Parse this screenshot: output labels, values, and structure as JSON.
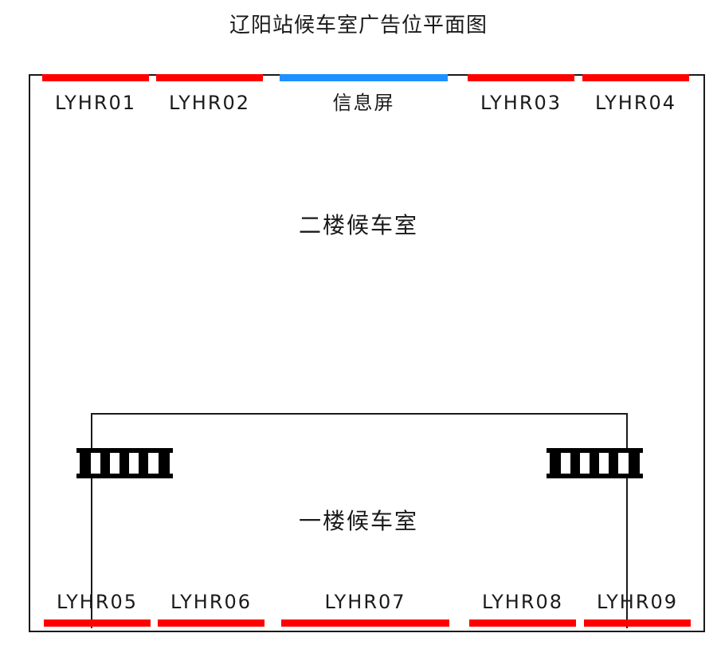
{
  "title": "辽阳站候车室广告位平面图",
  "top_slots": [
    {
      "label": "LYHR01",
      "kind": "ad",
      "color": "#ff0000"
    },
    {
      "label": "LYHR02",
      "kind": "ad",
      "color": "#ff0000"
    },
    {
      "label": "信息屏",
      "kind": "screen",
      "color": "#1e90ff"
    },
    {
      "label": "LYHR03",
      "kind": "ad",
      "color": "#ff0000"
    },
    {
      "label": "LYHR04",
      "kind": "ad",
      "color": "#ff0000"
    }
  ],
  "bottom_slots": [
    {
      "label": "LYHR05",
      "kind": "ad",
      "color": "#ff0000"
    },
    {
      "label": "LYHR06",
      "kind": "ad",
      "color": "#ff0000"
    },
    {
      "label": "LYHR07",
      "kind": "ad",
      "color": "#ff0000"
    },
    {
      "label": "LYHR08",
      "kind": "ad",
      "color": "#ff0000"
    },
    {
      "label": "LYHR09",
      "kind": "ad",
      "color": "#ff0000"
    }
  ],
  "areas": {
    "second_floor": "二楼候车室",
    "first_floor": "一楼候车室"
  },
  "icons": {
    "stairs": "stairs-icon"
  }
}
